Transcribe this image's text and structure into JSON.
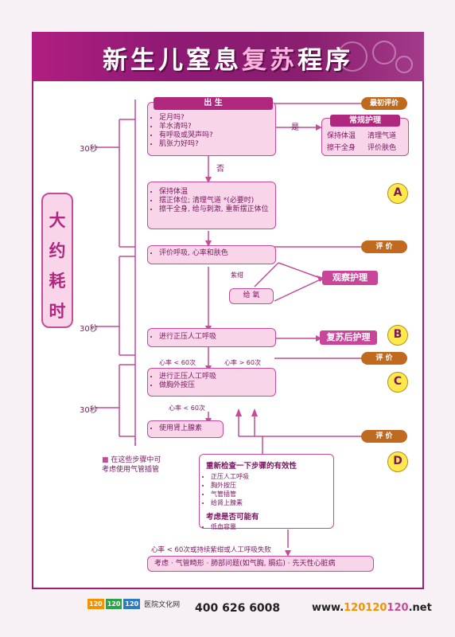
{
  "title": {
    "part1": "新生儿窒息",
    "part2": "复苏",
    "part3": "程序"
  },
  "time_label": [
    "大",
    "约",
    "耗",
    "时"
  ],
  "seconds": [
    "30秒",
    "30秒",
    "30秒"
  ],
  "birth": {
    "header": "出 生",
    "items": [
      "足月吗?",
      "羊水清吗?",
      "有呼吸或哭声吗?",
      "肌张力好吗?"
    ]
  },
  "yes_label": "是",
  "no_label": "否",
  "routine": {
    "header": "常规护理",
    "items": [
      "保持体温",
      "清理气道",
      "擦干全身",
      "评价肤色"
    ]
  },
  "stepA": {
    "items": [
      "保持体温",
      "摆正体位; 清理气道 *(必要时)",
      "擦干全身, 给与刺激, 重新摆正体位"
    ]
  },
  "eval_box": {
    "items": [
      "评价呼吸, 心率和肤色"
    ]
  },
  "tags": {
    "first_eval": "最初评价",
    "eval1": "评 价",
    "eval2": "评 价",
    "eval3": "评 价"
  },
  "observe": "观察护理",
  "post_care": "复苏后护理",
  "oxygen": "给 氧",
  "cyanosis": "紫绀",
  "ppv_box": {
    "items": [
      "进行正压人工呼吸"
    ]
  },
  "hr_labels": {
    "lt60": "心率 < 60次",
    "gt60": "心率 > 60次",
    "lt60b": "心率 < 60次"
  },
  "stepC": {
    "items": [
      "进行正压人工呼吸",
      "做胸外按压"
    ]
  },
  "drug_box": {
    "items": [
      "使用肾上腺素"
    ]
  },
  "note": [
    "在这些步骤中可",
    "考虑使用气管插管"
  ],
  "stepD": {
    "title": "重新检查一下步骤的有效性",
    "items": [
      "正压人工呼吸",
      "胸外按压",
      "气管插管",
      "给肾上腺素"
    ],
    "subtitle": "考虑是否可能有",
    "subitems": [
      "低血容量"
    ]
  },
  "bottom_note": "心率 < 60次或持续紫绀或人工呼吸失败",
  "bottom_box": "考虑 · 气管畸形 · 肺部问题(如气胸, 膈疝) · 先天性心脏病",
  "circles": [
    "A",
    "B",
    "C",
    "D"
  ],
  "footer": {
    "phone": "400 626 6008",
    "url1": "www.",
    "url2": "120120",
    "url3": "120",
    "url4": ".net",
    "brand": "医院文化网"
  },
  "colors": {
    "brand_purple": "#9b1f73",
    "box_pink": "#f9d5ea",
    "tag_orange": "#c06a1f",
    "circle_yellow": "#fde94b"
  }
}
